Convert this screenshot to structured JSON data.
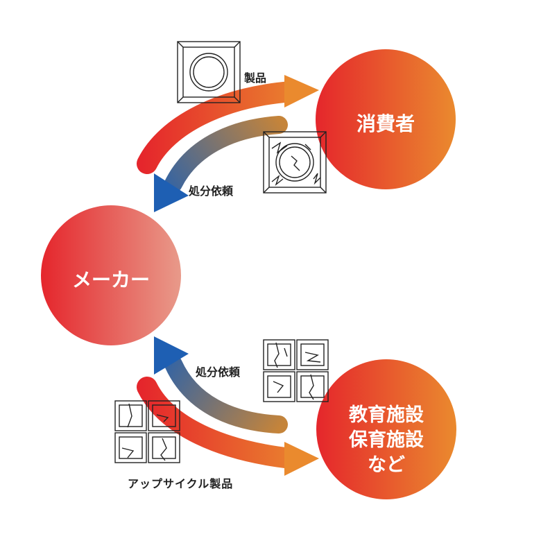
{
  "nodes": {
    "maker": {
      "label": "メーカー"
    },
    "consumer": {
      "label": "消費者"
    },
    "facilities": {
      "lines": [
        "教育施設",
        "保育施設",
        "など"
      ]
    }
  },
  "edges": {
    "product": {
      "label": "製品"
    },
    "disposal_request_top": {
      "label": "処分依頼"
    },
    "disposal_request_bottom": {
      "label": "処分依頼"
    },
    "upcycled_product": {
      "label": "アップサイクル製品"
    }
  },
  "colors": {
    "red": "#e5262c",
    "orange": "#ea8a2e",
    "blue": "#1e5fb3",
    "maker_light": "#e89a8a",
    "frame": "#222222"
  }
}
